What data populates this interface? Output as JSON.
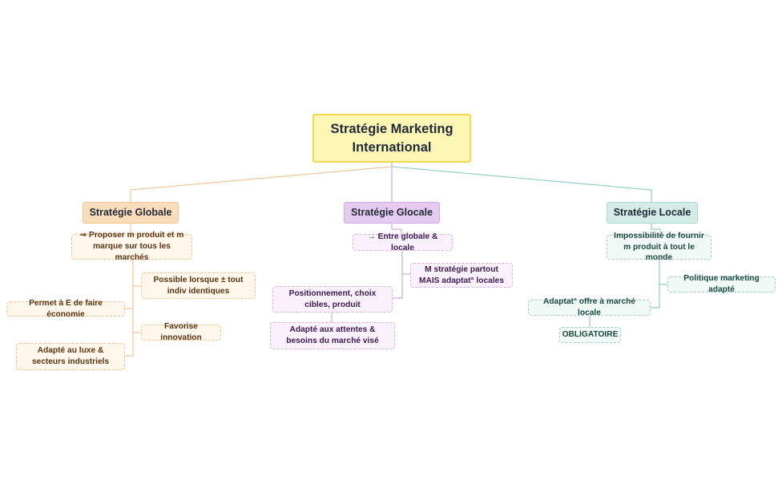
{
  "root": {
    "label": "Stratégie Marketing International"
  },
  "branches": {
    "globale": {
      "label": "Stratégie Globale",
      "items": [
        "⇒ Proposer m produit et m marque sur tous les marchés",
        "Possible lorsque ± tout indiv identiques",
        "Permet à E de faire économie",
        "Favorise innovation",
        "Adapté au luxe & secteurs industriels"
      ]
    },
    "glocale": {
      "label": "Stratégie Glocale",
      "items": [
        "→ Entre globale & locale",
        "M stratégie partout MAIS adaptat° locales",
        "Positionnement, choix cibles, produit",
        "Adapté aux attentes & besoins du marché visé"
      ]
    },
    "locale": {
      "label": "Stratégie Locale",
      "items": [
        "Impossibilité de fournir m produit à tout le monde",
        "Politique marketing adapté",
        "Adaptat° offre à marché locale",
        "OBLIGATOIRE"
      ]
    }
  },
  "colors": {
    "globale_line": "#f3c596",
    "glocale_line": "#d3abe2",
    "locale_line": "#92cfbf"
  }
}
